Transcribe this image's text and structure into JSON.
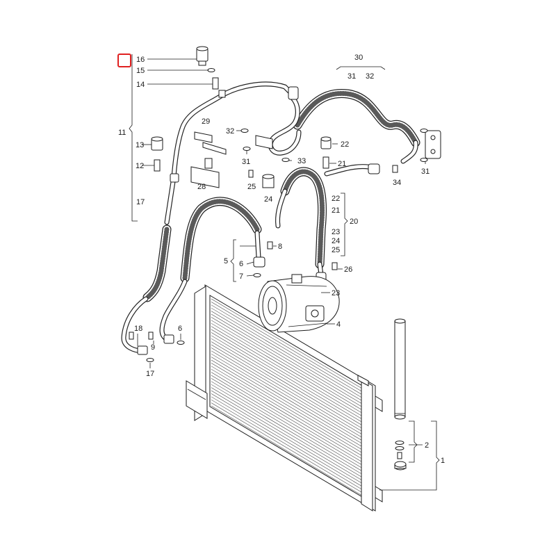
{
  "colors": {
    "highlight": "#e02020",
    "line": "#1a1a1a",
    "background": "#ffffff"
  },
  "highlight": {
    "target_label": "16"
  },
  "callouts": {
    "c16": "16",
    "c15": "15",
    "c14": "14",
    "c11": "11",
    "c13": "13",
    "c12": "12",
    "c17a": "17",
    "c30": "30",
    "c31a": "31",
    "c32a": "32",
    "c29": "29",
    "c32b": "32",
    "c31b": "31",
    "c33": "33",
    "c28": "28",
    "c25": "25",
    "c24": "24",
    "c22a": "22",
    "c21a": "21",
    "c31c": "31",
    "c34": "34",
    "c22b": "22",
    "c21b": "21",
    "c20": "20",
    "c23a": "23",
    "c24b": "24",
    "c25b": "25",
    "c8": "8",
    "c5": "5",
    "c6a": "6",
    "c7": "7",
    "c26": "26",
    "c23b": "23",
    "c4": "4",
    "c18": "18",
    "c9": "9",
    "c6b": "6",
    "c17b": "17",
    "c2": "2",
    "c1": "1"
  }
}
